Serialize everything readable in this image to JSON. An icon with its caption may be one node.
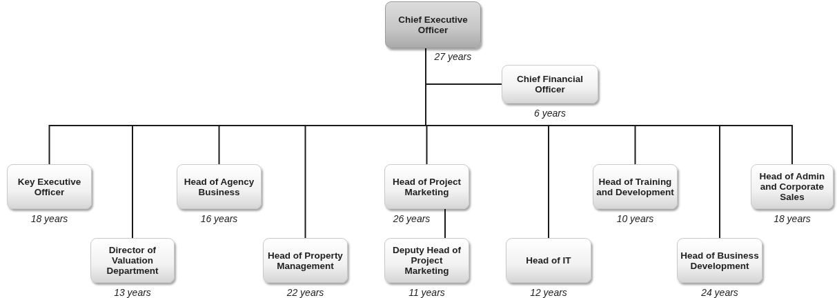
{
  "diagram": {
    "nodes": [
      {
        "text": [
          "Chief Executive Officer"
        ],
        "beside": [
          "27 years"
        ]
      },
      {
        "text": [
          "Chief Financial Officer"
        ],
        "beside": [
          "6 years"
        ]
      },
      {
        "text": [
          "Key Executive Officer"
        ],
        "beside": [
          "18 years"
        ]
      },
      {
        "text": [
          "Director of Valuation Department"
        ],
        "beside": [
          "13 years"
        ]
      },
      {
        "text": [
          "Head of Agency Business"
        ],
        "beside": [
          "16 years"
        ]
      },
      {
        "text": [
          "Head of Property Management"
        ],
        "beside": [
          "22 years"
        ]
      },
      {
        "text": [
          "Head of Project Marketing"
        ],
        "beside": [
          "26 years"
        ]
      },
      {
        "text": [
          "Deputy Head of Project Marketing"
        ],
        "beside": [
          "11 years"
        ]
      },
      {
        "text": [
          "Head of IT"
        ],
        "beside": [
          "12 years"
        ]
      },
      {
        "text": [
          "Head of Training and Development"
        ],
        "beside": [
          "10 years"
        ]
      },
      {
        "text": [
          "Head of Business Development"
        ],
        "beside": [
          "24 years"
        ]
      },
      {
        "text": [
          "Head of Admin and Corporate Sales"
        ],
        "beside": [
          "18 years"
        ]
      }
    ],
    "edges": [
      {
        "from": 0,
        "to": 1,
        "arrow": "none"
      },
      {
        "from": 0,
        "to": 2,
        "arrow": "none"
      },
      {
        "from": 0,
        "to": 3,
        "arrow": "none"
      },
      {
        "from": 0,
        "to": 4,
        "arrow": "none"
      },
      {
        "from": 0,
        "to": 5,
        "arrow": "none"
      },
      {
        "from": 0,
        "to": 6,
        "arrow": "none"
      },
      {
        "from": 6,
        "to": 7,
        "arrow": "none"
      },
      {
        "from": 0,
        "to": 8,
        "arrow": "none"
      },
      {
        "from": 0,
        "to": 9,
        "arrow": "none"
      },
      {
        "from": 0,
        "to": 10,
        "arrow": "none"
      },
      {
        "from": 0,
        "to": 11,
        "arrow": "none"
      }
    ]
  }
}
